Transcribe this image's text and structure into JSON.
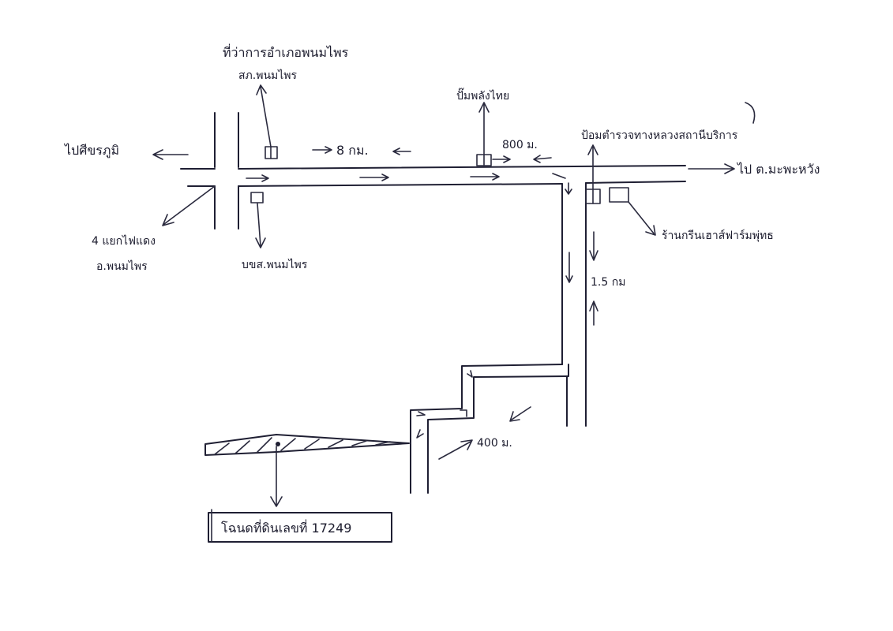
{
  "labels": {
    "to_left": "ไปศีขรภูมิ",
    "km_left": "8 กม.",
    "km_middle": "800 ม.",
    "to_right": "ไป ต.มะพะหวัง",
    "km_vertical": "1.5 กม",
    "distance_bottom": "400 ม.",
    "landmark_top_left_line1": "ที่ว่าการอำเภอพนมไพร",
    "landmark_top_left_line2": "สภ.พนมไพร",
    "landmark_bottom_left_line1": "4 แยกไฟแดง",
    "landmark_bottom_left_line2": "อ.พนมไพร",
    "landmark_below_road": "บขส.พนมไพร",
    "landmark_top_middle": "ปั๊มพลังไทย",
    "landmark_top_right": "ป้อมตำรวจทางหลวงสถานีบริการ",
    "landmark_right": "ร้านกรีนเฮาส์ฟาร์มพุ่ทธ",
    "destination": "โฉนดที่ดินเลขที่ 17249"
  },
  "colors": {
    "ink": "#1f1f33",
    "paper": "#ffffff"
  }
}
